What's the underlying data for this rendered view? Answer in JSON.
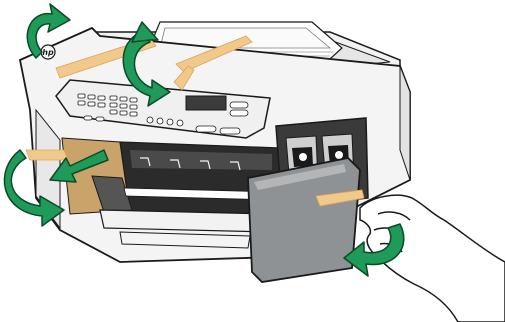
{
  "brand": {
    "logo_text": "hp"
  },
  "colors": {
    "arrow_green": "#1f9a58",
    "arrow_outline": "#0b4a29",
    "tape": "#f2c98a",
    "printer_body": "#f4f4f4",
    "line": "#1a1a1a",
    "cartridge_door": "#8f9294",
    "cardboard": "#c9a36a",
    "shadow": "#4a4a4a"
  },
  "icons": {
    "rotate_arrows": [
      "curved-arrow-icon",
      "curved-arrow-icon",
      "curved-arrow-icon",
      "curved-arrow-icon"
    ],
    "remove_arrow": "straight-arrow-icon"
  },
  "scene": {
    "subject": "printer-unpacking-illustration",
    "tape_strips": 4,
    "cartridges": 2
  }
}
